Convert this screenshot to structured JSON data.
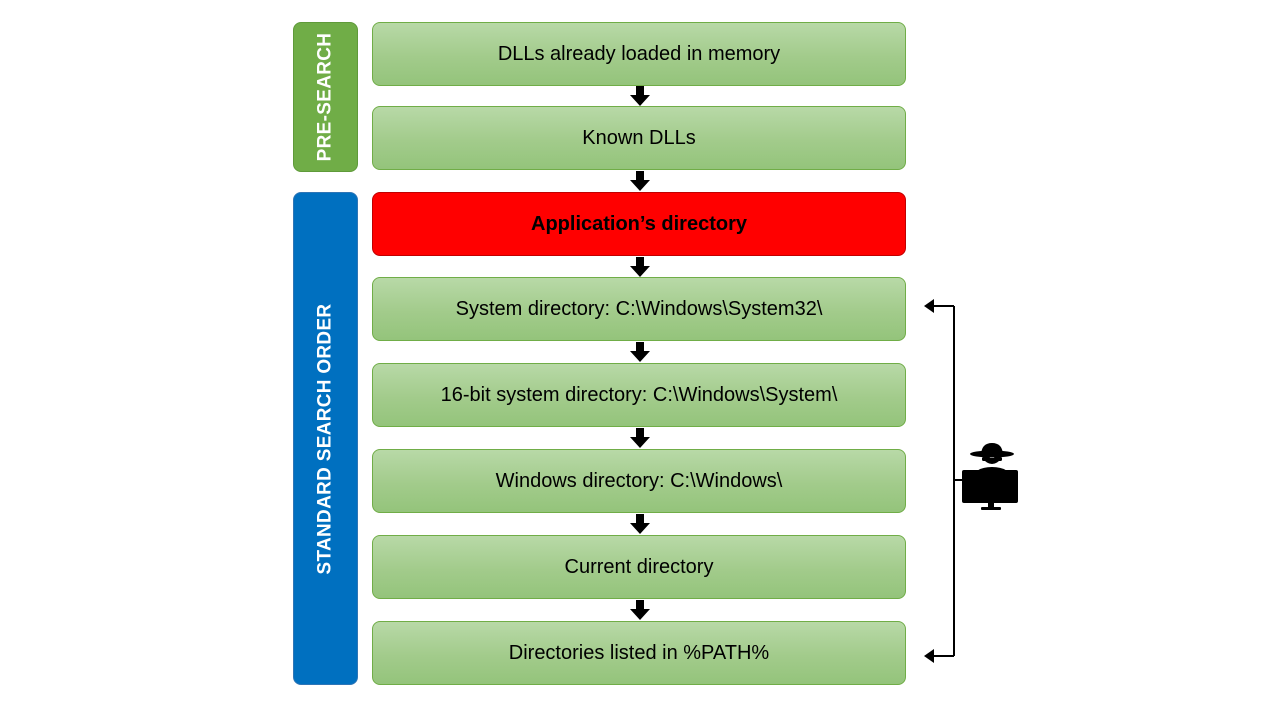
{
  "sidebars": {
    "pre_search": "PRE-SEARCH",
    "standard": "STANDARD SEARCH ORDER"
  },
  "steps": [
    {
      "label": "DLLs already loaded in memory",
      "highlight": false
    },
    {
      "label": "Known DLLs",
      "highlight": false
    },
    {
      "label": "Application’s directory",
      "highlight": true
    },
    {
      "label": "System directory: C:\\Windows\\System32\\",
      "highlight": false
    },
    {
      "label": "16-bit system directory: C:\\Windows\\System\\",
      "highlight": false
    },
    {
      "label": "Windows directory: C:\\Windows\\",
      "highlight": false
    },
    {
      "label": "Current directory",
      "highlight": false
    },
    {
      "label": "Directories listed in %PATH%",
      "highlight": false
    }
  ],
  "colors": {
    "pre_search": "#70ad47",
    "standard": "#0070c0",
    "step_fill": "#a9d18e",
    "highlight": "#ff0000"
  },
  "icons": {
    "arrow": "down-arrow-icon",
    "attacker": "hacker-icon"
  }
}
